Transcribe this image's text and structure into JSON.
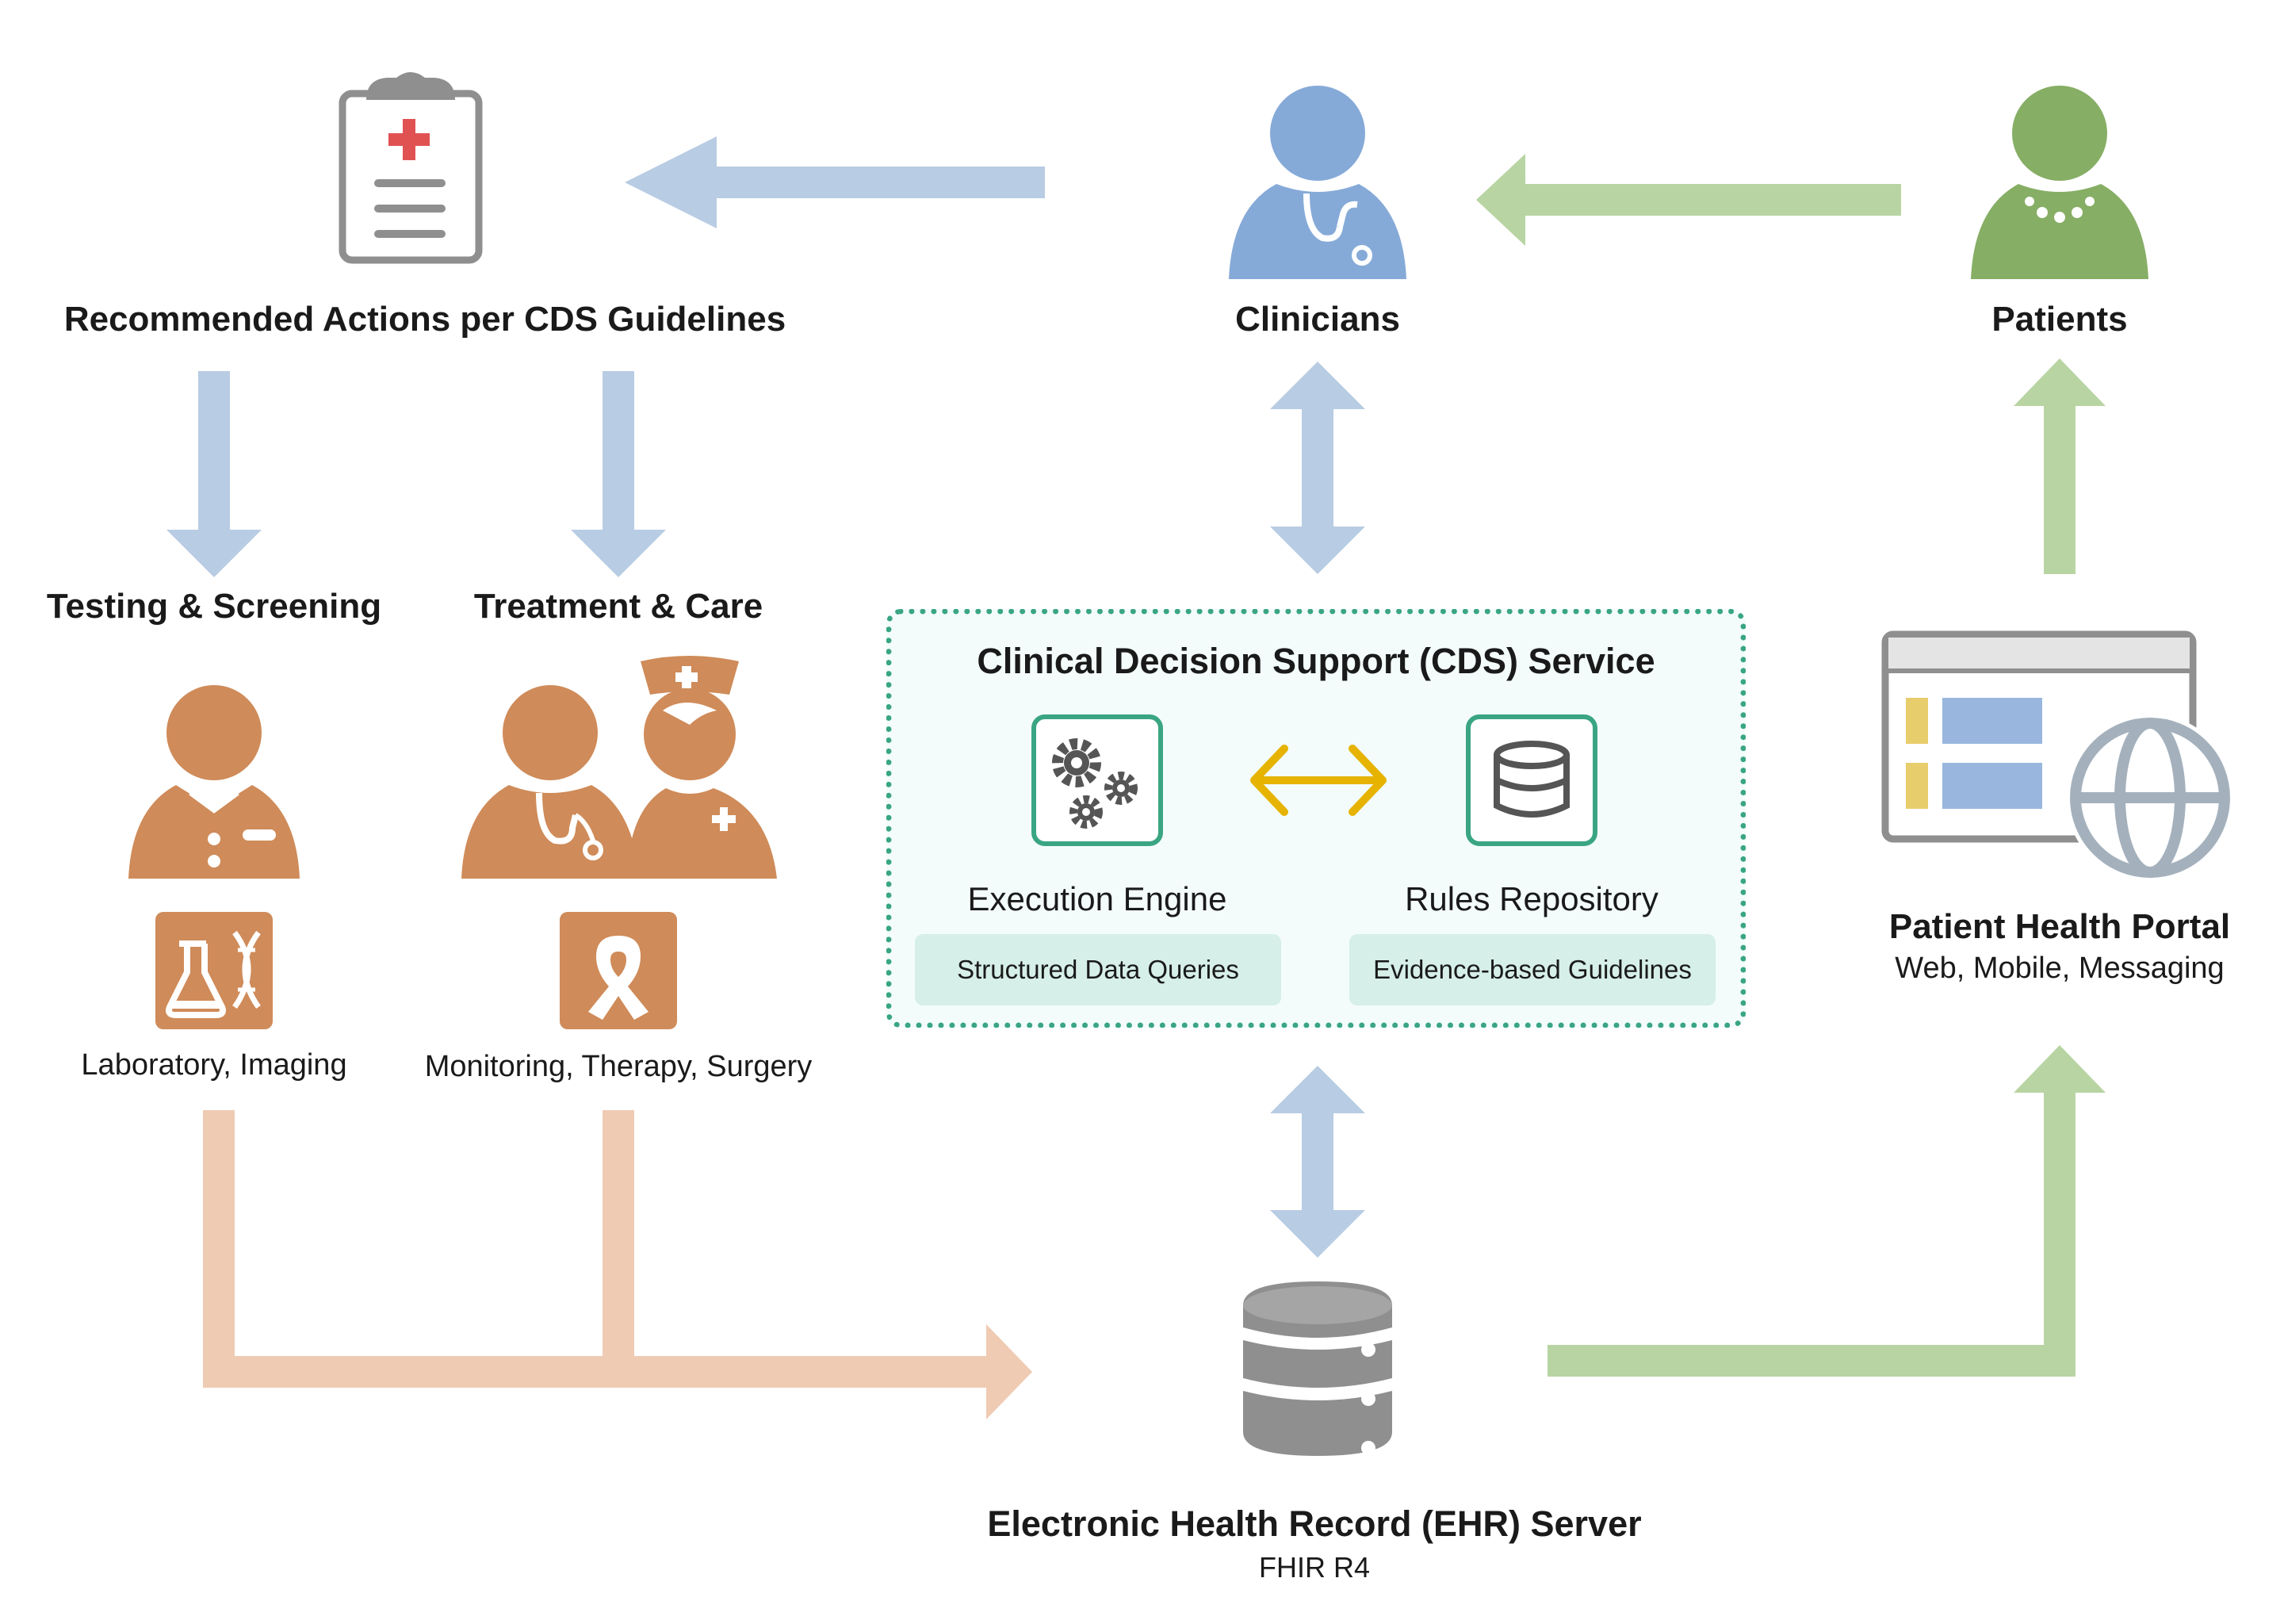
{
  "nodes": {
    "recommended_actions": "Recommended Actions per CDS Guidelines",
    "clinicians": "Clinicians",
    "patients": "Patients",
    "testing": "Testing & Screening",
    "treatment": "Treatment & Care",
    "lab_imaging": "Laboratory, Imaging",
    "monitoring": "Monitoring, Therapy, Surgery",
    "cds_title": "Clinical Decision Support (CDS) Service",
    "execution_engine": "Execution Engine",
    "execution_engine_sub": "Structured Data Queries",
    "rules_repository": "Rules Repository",
    "rules_repository_sub": "Evidence-based Guidelines",
    "portal_title": "Patient Health Portal",
    "portal_sub": "Web, Mobile, Messaging",
    "ehr_title": "Electronic Health Record (EHR) Server",
    "ehr_sub": "FHIR R4"
  },
  "colors": {
    "blue_arrow": "#b8cce3",
    "green_arrow": "#b8d4a3",
    "orange_arrow": "#efcbb3",
    "clinician_blue": "#86aad8",
    "patient_green": "#86ae65",
    "staff_orange": "#cf8b59",
    "gray_icon": "#8f8f8f",
    "teal": "#3aa583",
    "gold": "#e6b300"
  },
  "icons": [
    "clipboard-icon",
    "clinician-icon",
    "patient-icon",
    "lab-staff-icon",
    "doctor-nurse-icon",
    "lab-dna-icon",
    "ribbon-icon",
    "gears-icon",
    "database-icon",
    "bidirectional-arrow-icon",
    "portal-window-icon",
    "globe-icon",
    "server-icon"
  ]
}
